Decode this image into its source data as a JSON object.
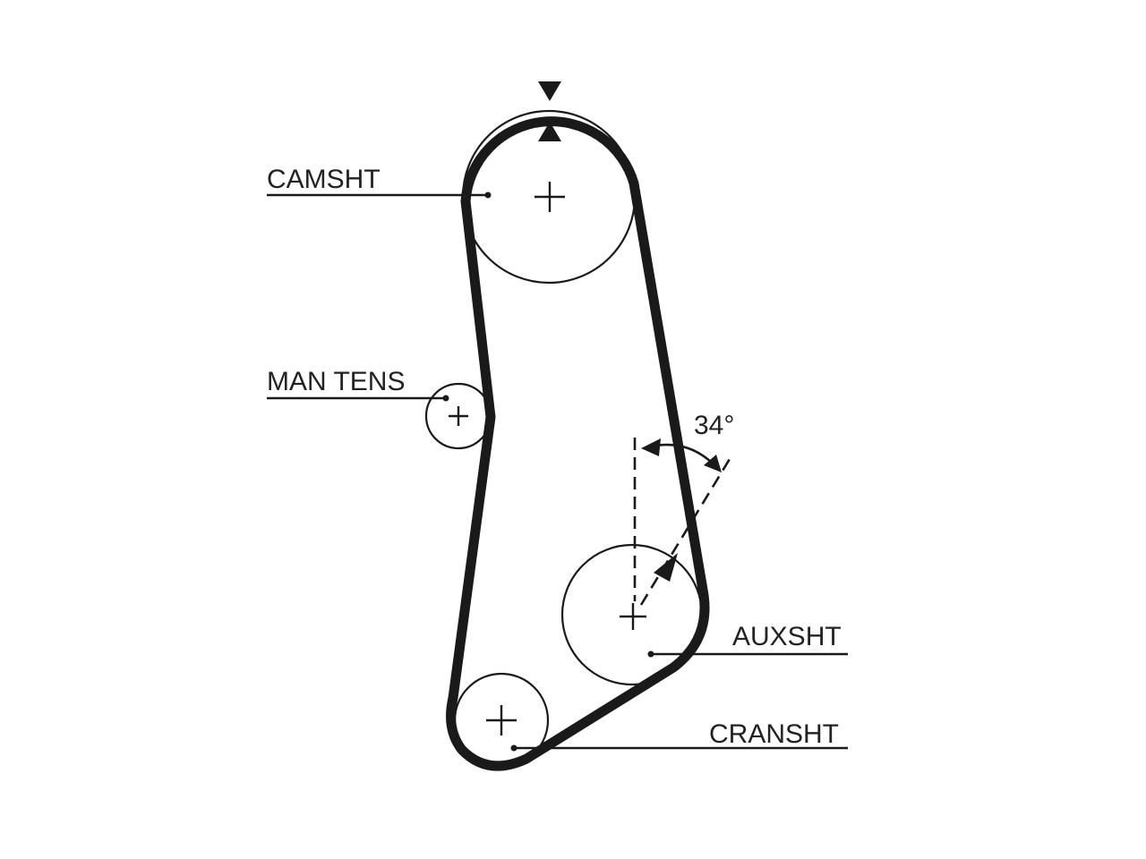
{
  "labels": {
    "camshaft": "CAMSHT",
    "tensioner": "MAN TENS",
    "auxshaft": "AUXSHT",
    "crankshaft": "CRANSHT"
  },
  "angle": {
    "value_deg": 34,
    "label": "34°"
  },
  "colors": {
    "line": "#1a1a1a",
    "background": "#ffffff"
  }
}
